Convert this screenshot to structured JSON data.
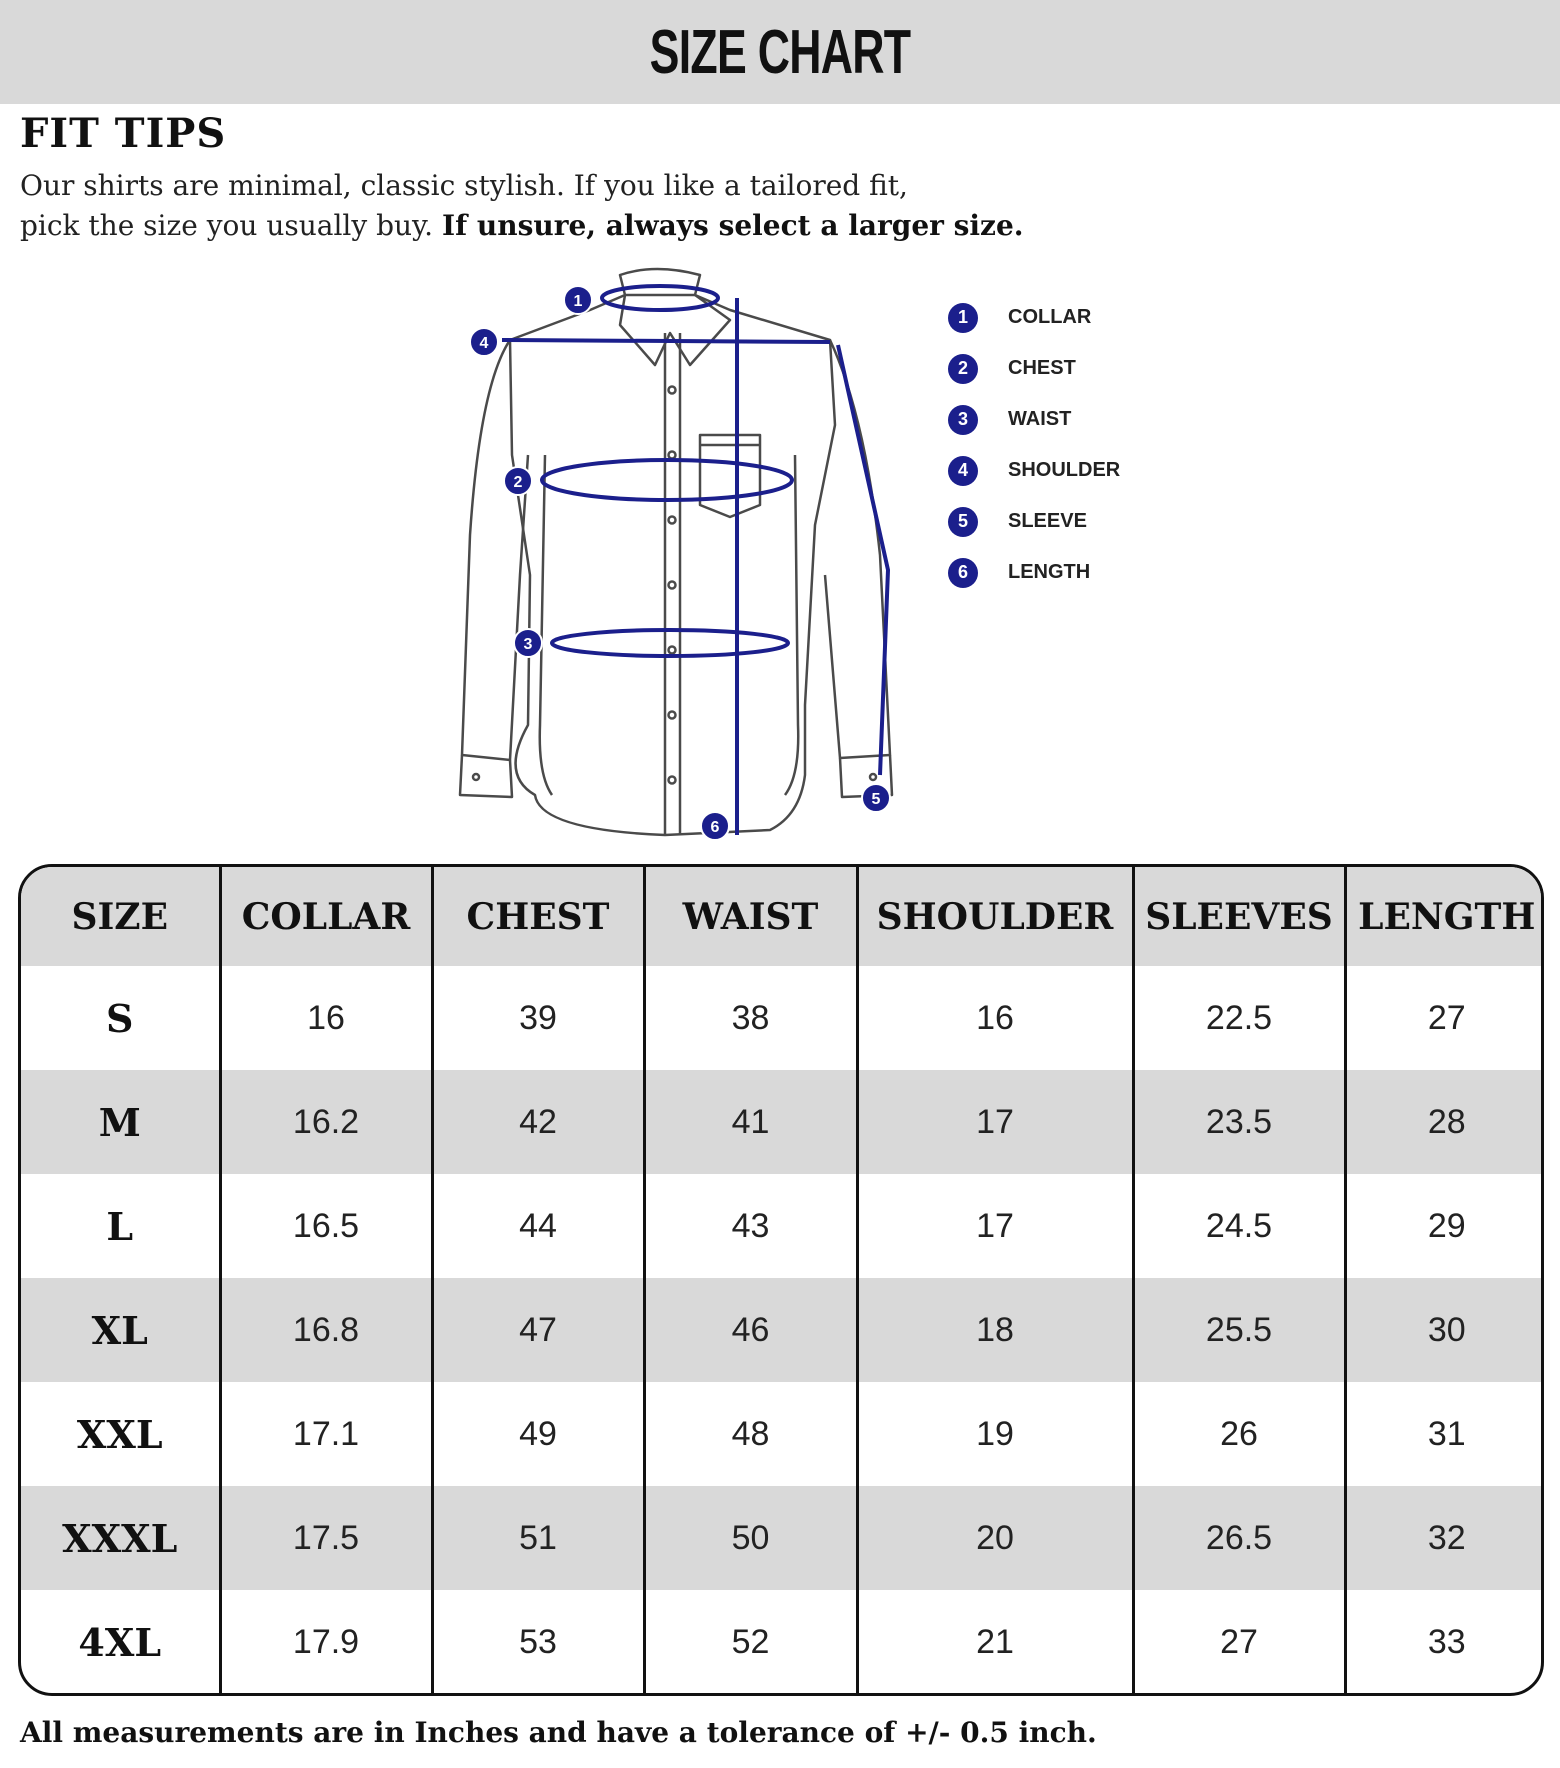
{
  "banner": {
    "title": "SIZE CHART"
  },
  "fit_tips": {
    "title": "FIT TIPS",
    "line1": "Our shirts are minimal, classic stylish. If you like a tailored fit,",
    "line2_regular": "pick the size you usually buy. ",
    "line2_bold": "If unsure, always select a larger size."
  },
  "diagram": {
    "markers": [
      "1",
      "2",
      "3",
      "4",
      "5",
      "6"
    ],
    "accent_color": "#1b1f8c"
  },
  "legend": [
    {
      "num": "1",
      "label": "COLLAR"
    },
    {
      "num": "2",
      "label": "CHEST"
    },
    {
      "num": "3",
      "label": "WAIST"
    },
    {
      "num": "4",
      "label": "SHOULDER"
    },
    {
      "num": "5",
      "label": "SLEEVE"
    },
    {
      "num": "6",
      "label": "LENGTH"
    }
  ],
  "table": {
    "headers": [
      "SIZE",
      "COLLAR",
      "CHEST",
      "WAIST",
      "SHOULDER",
      "SLEEVES",
      "LENGTH"
    ],
    "rows": [
      [
        "S",
        "16",
        "39",
        "38",
        "16",
        "22.5",
        "27"
      ],
      [
        "M",
        "16.2",
        "42",
        "41",
        "17",
        "23.5",
        "28"
      ],
      [
        "L",
        "16.5",
        "44",
        "43",
        "17",
        "24.5",
        "29"
      ],
      [
        "XL",
        "16.8",
        "47",
        "46",
        "18",
        "25.5",
        "30"
      ],
      [
        "XXL",
        "17.1",
        "49",
        "48",
        "19",
        "26",
        "31"
      ],
      [
        "XXXL",
        "17.5",
        "51",
        "50",
        "20",
        "26.5",
        "32"
      ],
      [
        "4XL",
        "17.9",
        "53",
        "52",
        "21",
        "27",
        "33"
      ]
    ]
  },
  "footnote": "All measurements are in Inches and have a tolerance of +/- 0.5 inch."
}
